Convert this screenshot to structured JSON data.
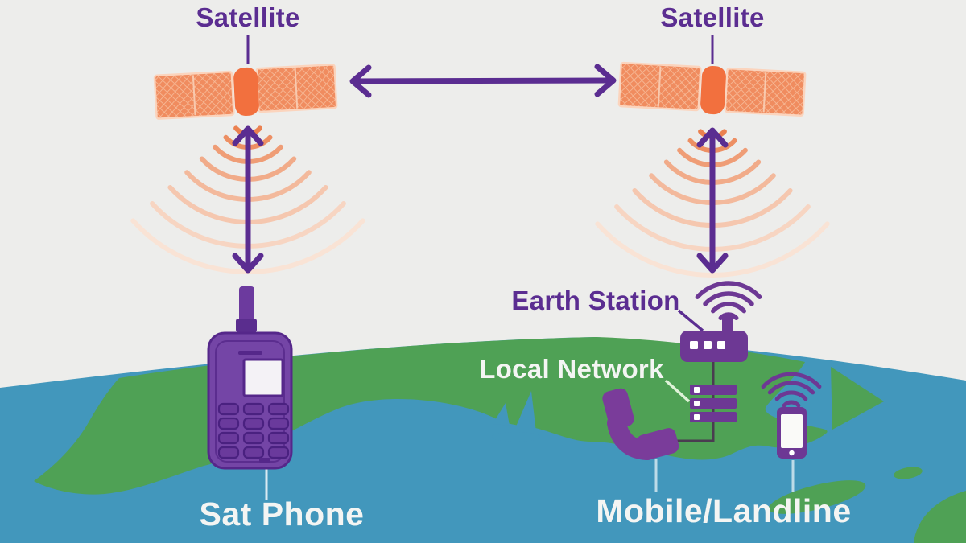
{
  "diagram": {
    "labels": {
      "satellite_left": "Satellite",
      "satellite_right": "Satellite",
      "earth_station": "Earth Station",
      "local_network": "Local Network",
      "sat_phone": "Sat Phone",
      "mobile_landline": "Mobile/Landline"
    },
    "icons": {
      "satellite-icon": "orange satellite body with crosshatched solar panel wings (x2)",
      "radio-waves-icon": "fading concentric orange arcs below each satellite (x2)",
      "link-arrow-icon": "purple double-headed arrows: one horizontal between satellites, two vertical to ground",
      "sat-phone-icon": "purple handheld satellite phone with antenna, screen and keypad",
      "earth-station-icon": "purple router box with antenna stub, three white squares and wifi arcs",
      "server-stack-icon": "three purple server bars with white squares",
      "phone-handset-icon": "purple telephone receiver",
      "smartphone-icon": "purple smartphone with white screen, home button and wifi arcs"
    },
    "colors": {
      "sky": "#EDEDEB",
      "water": "#4297BC",
      "land": "#4FA155",
      "label_purple": "#5B2D91",
      "label_white": "#F4F5F3",
      "arrow_purple": "#5B2D91",
      "icon_purple": "#6D3894",
      "handset_purple": "#7A3C9A",
      "satphone_purple": "#7445A6",
      "satellite_body_orange": "#F2703E",
      "satellite_panel_orange": "#F08C5F",
      "wave_inner_orange": "#EB8150",
      "wave_outer_orange": "#F9E3D5",
      "connector_dark": "#4A3C50",
      "connector_light_green": "#DFF2D8"
    }
  }
}
